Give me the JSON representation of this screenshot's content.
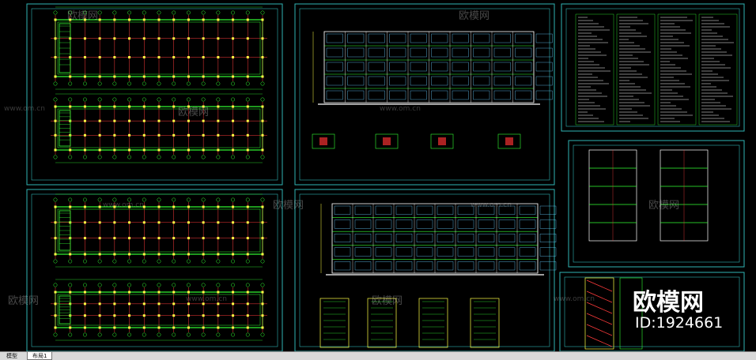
{
  "watermark": {
    "brand": "欧模网",
    "url": "www.om.cn",
    "id_label": "ID:1924661"
  },
  "tabs": [
    {
      "label": "模型"
    },
    {
      "label": "布局1"
    }
  ],
  "colors": {
    "background": "#000000",
    "frame": "#2fb3b3",
    "grid_red": "#ff3b3b",
    "wall_green": "#33ff33",
    "dim_yellow": "#ffff44",
    "text_white": "#ffffff",
    "tab_bar": "#d9d9d9"
  }
}
